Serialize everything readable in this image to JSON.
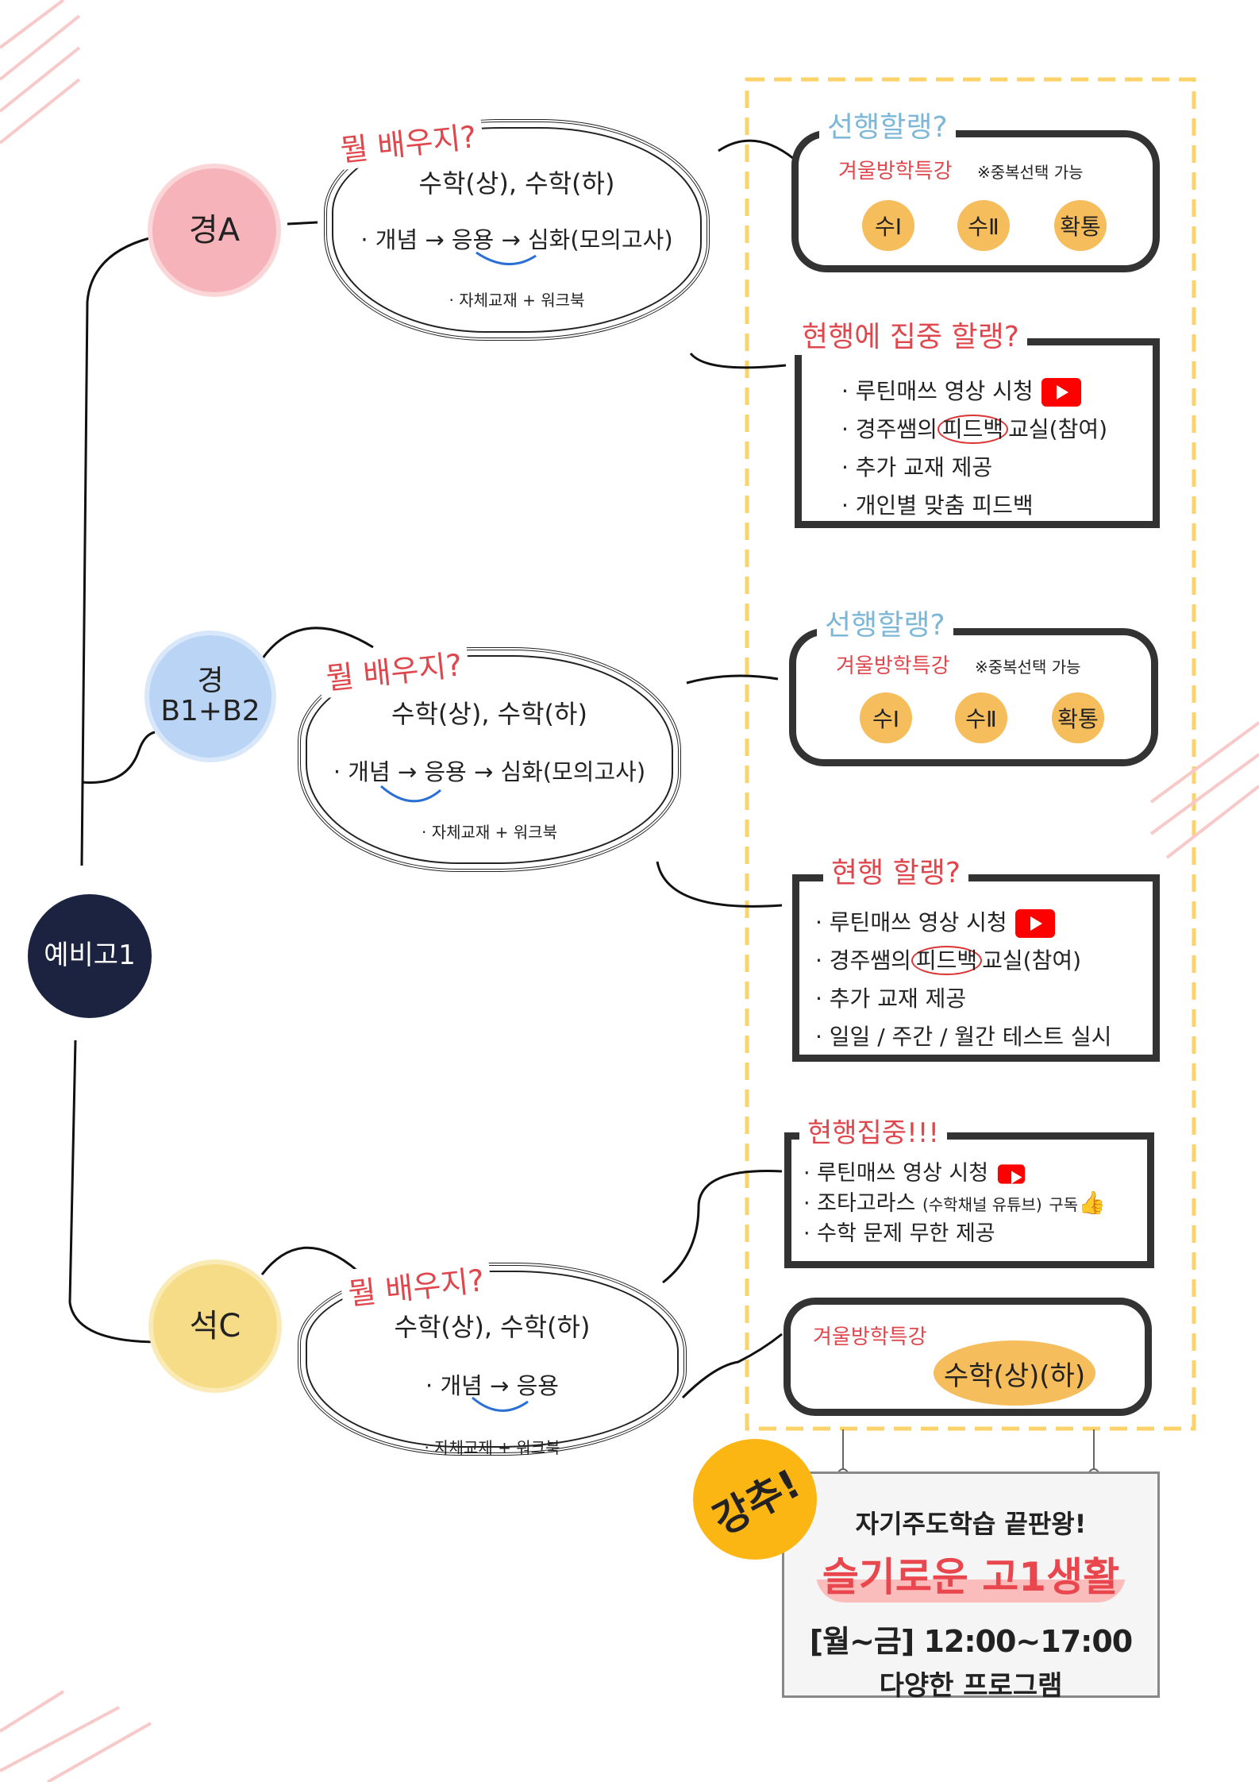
{
  "root": {
    "label": "예비고1"
  },
  "groups": [
    {
      "label": "경A",
      "ask": "뭘 배우지?",
      "subjects": "수학(상), 수학(하)",
      "flow": "· 개념 → 응용 → 심화(모의고사)",
      "material": "· 자체교재 + 워크북"
    },
    {
      "label_top": "경",
      "label_bottom": "B1+B2",
      "ask": "뭘 배우지?",
      "subjects": "수학(상), 수학(하)",
      "flow": "· 개념 → 응용 → 심화(모의고사)",
      "material": "· 자체교재 + 워크북"
    },
    {
      "label": "석C",
      "ask": "뭘 배우지?",
      "subjects": "수학(상), 수학(하)",
      "flow": "· 개념 → 응용",
      "material": "· 자체교재 + 워크북"
    }
  ],
  "advance": {
    "title": "선행할랭?",
    "special": "겨울방학특강",
    "note": "※중복선택 가능",
    "options": [
      "수Ⅰ",
      "수Ⅱ",
      "확통"
    ]
  },
  "current_a": {
    "title": "현행에 집중 할랭?",
    "items": [
      "· 루틴매쓰 영상 시청",
      "· 경주쌤의",
      "피드백",
      "교실(참여)",
      "· 추가 교재 제공",
      "· 개인별 맞춤 피드백"
    ]
  },
  "current_b": {
    "title": "현행 할랭?",
    "items": [
      "· 루틴매쓰 영상 시청",
      "· 경주쌤의",
      "피드백",
      "교실(참여)",
      "· 추가 교재 제공",
      "· 일일 / 주간 / 월간 테스트 실시"
    ]
  },
  "current_c": {
    "title": "현행집중!!!",
    "items": [
      "· 루틴매쓰 영상 시청",
      "· 조타고라스",
      "(수학채널 유튜브)",
      "구독",
      "· 수학 문제 무한 제공"
    ]
  },
  "winter_c": {
    "title": "겨울방학특강",
    "course": "수학(상)(하)"
  },
  "sign": {
    "badge": "강추!",
    "line1": "자기주도학습 끝판왕!",
    "line2": "슬기로운 고1생활",
    "line3": "[월~금] 12:00~17:00",
    "line4": "다양한 프로그램"
  },
  "colors": {
    "red": "#e0474c",
    "blue": "#7db7d8",
    "orange": "#f5bd5c",
    "navy": "#1b2340",
    "yellow": "#fbb614"
  }
}
